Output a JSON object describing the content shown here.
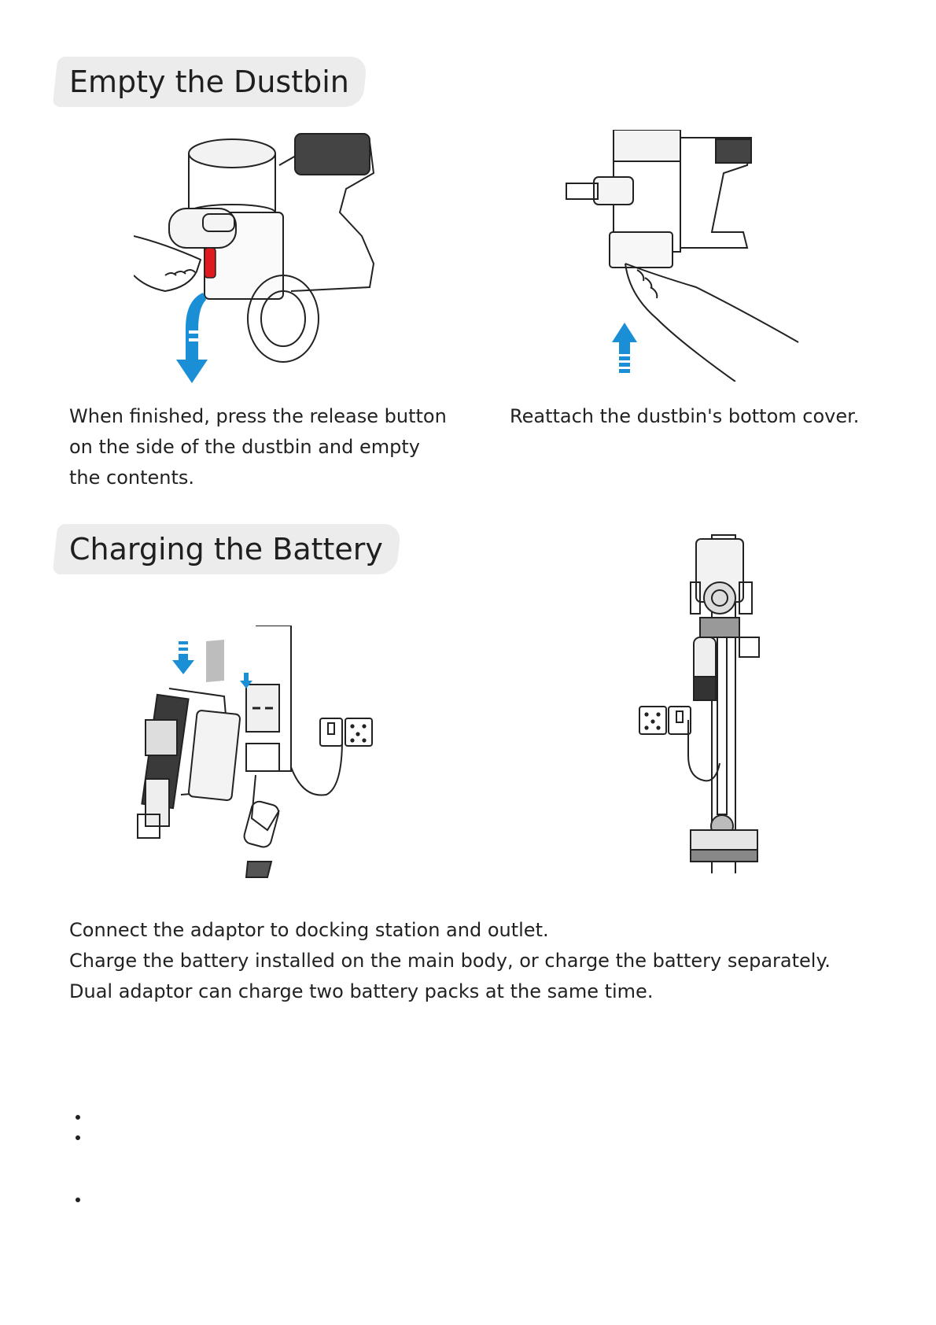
{
  "sections": [
    {
      "title": "Empty the Dustbin",
      "steps": [
        {
          "lines": [
            "When finished, press the release button",
            "on the side of the dustbin and empty",
            "the contents."
          ]
        },
        {
          "lines": [
            "Reattach the dustbin's bottom cover."
          ]
        }
      ]
    },
    {
      "title": "Charging the Battery",
      "lines": [
        "Connect the adaptor to docking station and outlet.",
        "Charge the battery installed on the main body, or charge the battery separately.",
        "Dual adaptor can charge two battery packs at the same time."
      ]
    }
  ],
  "colors": {
    "accent_blue": "#1b8fd6",
    "release_button_red": "#e0191f",
    "line_art": "#222222",
    "title_bg": "#ececec"
  },
  "icons": [
    "arrow-down-curved-icon",
    "arrow-up-icon",
    "arrow-down-icon",
    "power-outlet-icon"
  ]
}
